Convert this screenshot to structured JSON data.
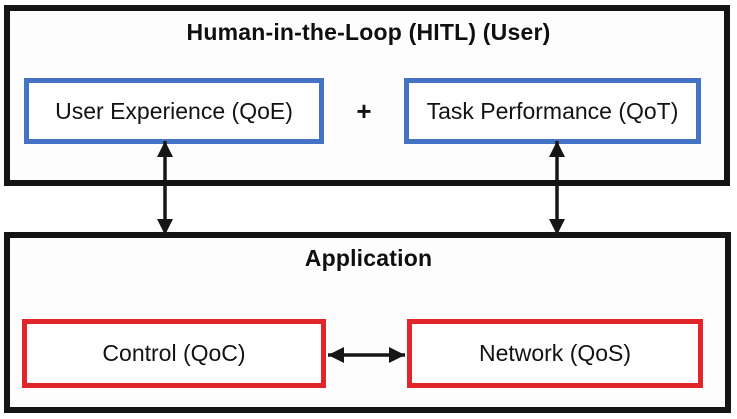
{
  "colors": {
    "background": "#fefefe",
    "container_border": "#141414",
    "hitl_inner_border": "#4472c4",
    "app_inner_border": "#e2242b",
    "arrow": "#161616",
    "text": "#111111"
  },
  "hitl_section": {
    "title": "Human-in-the-Loop (HITL) (User)",
    "qoe_label": "User Experience (QoE)",
    "plus": "+",
    "qot_label": "Task Performance (QoT)"
  },
  "application_section": {
    "title": "Application",
    "qoc_label": "Control (QoC)",
    "qos_label": "Network (QoS)"
  }
}
